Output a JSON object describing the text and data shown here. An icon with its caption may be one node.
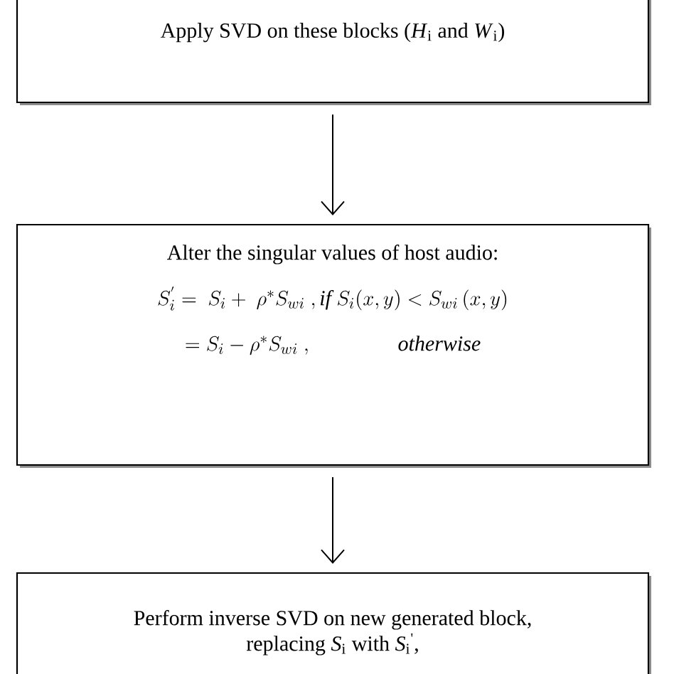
{
  "diagram": {
    "nodes": [
      {
        "text": [
          "Apply SVD on these blocks (*H*$_{i}$ and *W*$_{i}$)"
        ]
      },
      {
        "text": [
          "Alter the singular values of host audio:",
          "S_i^{'} =\\ S_i +\\ \\rho^{*} S_{wi}\\ ,\\mathit{if}\\ S_i(x,y) < S_{wi}\\,(x,y)",
          "= S_i - \\rho^{*} S_{wi}\\ ,\\qquad\\qquad \\mathit{otherwise}"
        ]
      },
      {
        "text": [
          "Perform inverse SVD on new generated block, replacing *S*$_{i}$ with *S*$_{i}$$^{'}$,"
        ]
      }
    ],
    "edges": [
      {
        "from": 0,
        "to": 1,
        "arrow": "to"
      },
      {
        "from": 1,
        "to": 2,
        "arrow": "to"
      }
    ]
  }
}
